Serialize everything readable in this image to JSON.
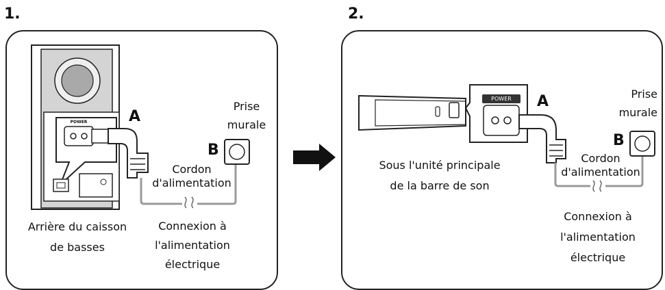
{
  "steps": [
    {
      "number": "1.",
      "label_a": "A",
      "label_b": "B",
      "outlet_label": [
        "Prise",
        "murale"
      ],
      "cord_label": [
        "Cordon",
        "d'alimentation"
      ],
      "device_label": [
        "Arrière du caisson",
        "de basses"
      ],
      "connection_label": [
        "Connexion à",
        "l'alimentation",
        "électrique"
      ],
      "power_label": "POWER"
    },
    {
      "number": "2.",
      "label_a": "A",
      "label_b": "B",
      "outlet_label": [
        "Prise",
        "murale"
      ],
      "cord_label": [
        "Cordon",
        "d'alimentation"
      ],
      "device_label": [
        "Sous l'unité principale",
        "de la barre de son"
      ],
      "connection_label": [
        "Connexion à",
        "l'alimentation",
        "électrique"
      ],
      "power_label": "POWER"
    }
  ],
  "colors": {
    "line": "#222222",
    "cable": "#9a9a9a",
    "panel_bg": "#e6e6e6",
    "arrow": "#111111"
  }
}
